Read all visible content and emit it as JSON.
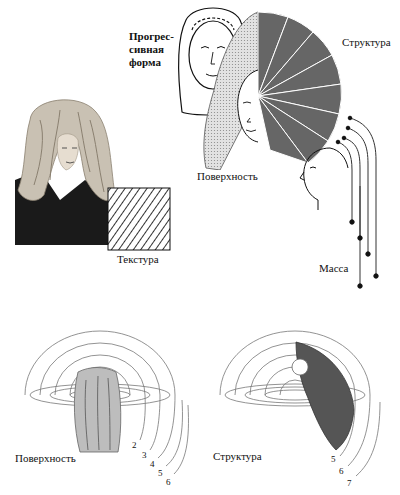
{
  "diagram": {
    "labels": [
      "Прогрес- сивная форма",
      "Структура",
      "Поверхность",
      "Масса",
      "Текстура",
      "Поверхность",
      "Структура",
      "2",
      "3",
      "4",
      "5",
      "6",
      "5",
      "6",
      "7"
    ]
  }
}
